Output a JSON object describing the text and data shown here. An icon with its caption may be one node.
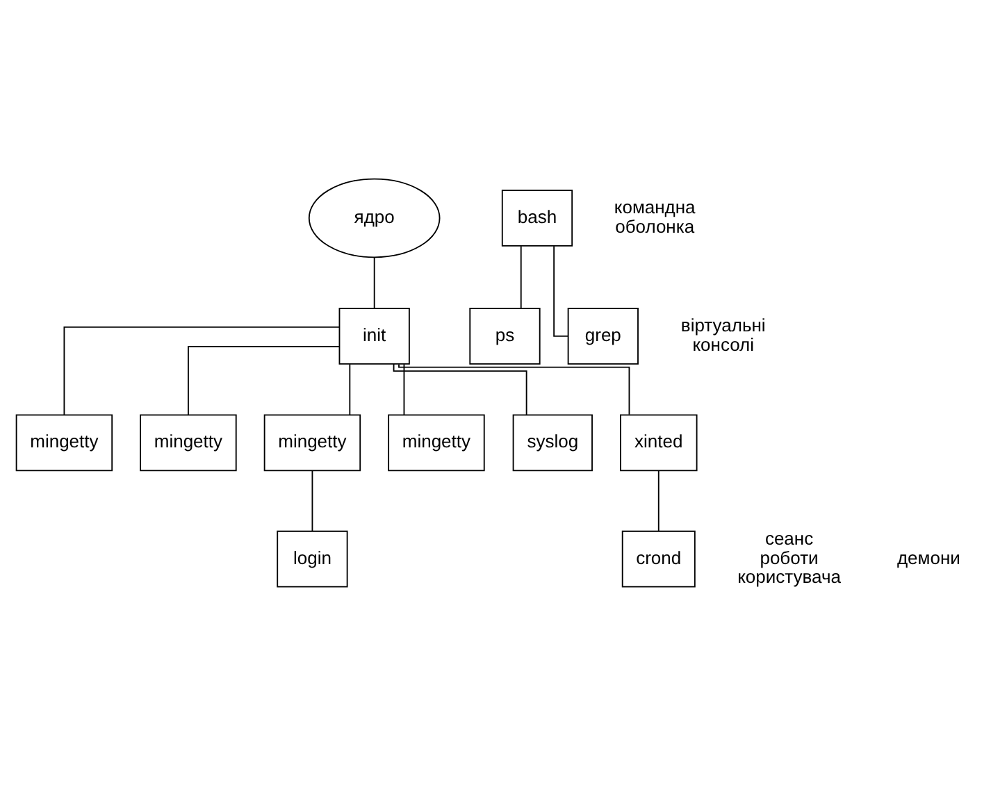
{
  "diagram": {
    "nodes": [
      {
        "text": [
          "ядро"
        ]
      },
      {
        "text": [
          "init"
        ]
      },
      {
        "text": [
          "mingetty"
        ]
      },
      {
        "text": [
          "mingetty"
        ]
      },
      {
        "text": [
          "mingetty"
        ]
      },
      {
        "text": [
          "mingetty"
        ]
      },
      {
        "text": [
          "syslog"
        ]
      },
      {
        "text": [
          "xinted"
        ]
      },
      {
        "text": [
          "login"
        ]
      },
      {
        "text": [
          "crond"
        ]
      },
      {
        "text": [
          "bash"
        ]
      },
      {
        "text": [
          "ps"
        ]
      },
      {
        "text": [
          "grep"
        ]
      }
    ],
    "edges": [
      {
        "from": 0,
        "to": 1,
        "arrow": "none"
      },
      {
        "from": 1,
        "to": 2,
        "arrow": "none"
      },
      {
        "from": 1,
        "to": 3,
        "arrow": "none"
      },
      {
        "from": 1,
        "to": 4,
        "arrow": "none"
      },
      {
        "from": 1,
        "to": 5,
        "arrow": "none"
      },
      {
        "from": 1,
        "to": 6,
        "arrow": "none"
      },
      {
        "from": 1,
        "to": 7,
        "arrow": "none"
      },
      {
        "from": 4,
        "to": 8,
        "arrow": "none"
      },
      {
        "from": 7,
        "to": 9,
        "arrow": "none"
      },
      {
        "from": 10,
        "to": 11,
        "arrow": "none"
      },
      {
        "from": 10,
        "to": 12,
        "arrow": "none"
      }
    ],
    "labels": [
      "віртуальні консолі",
      "сеанс роботи користувача",
      "командна оболонка",
      "демони"
    ]
  }
}
